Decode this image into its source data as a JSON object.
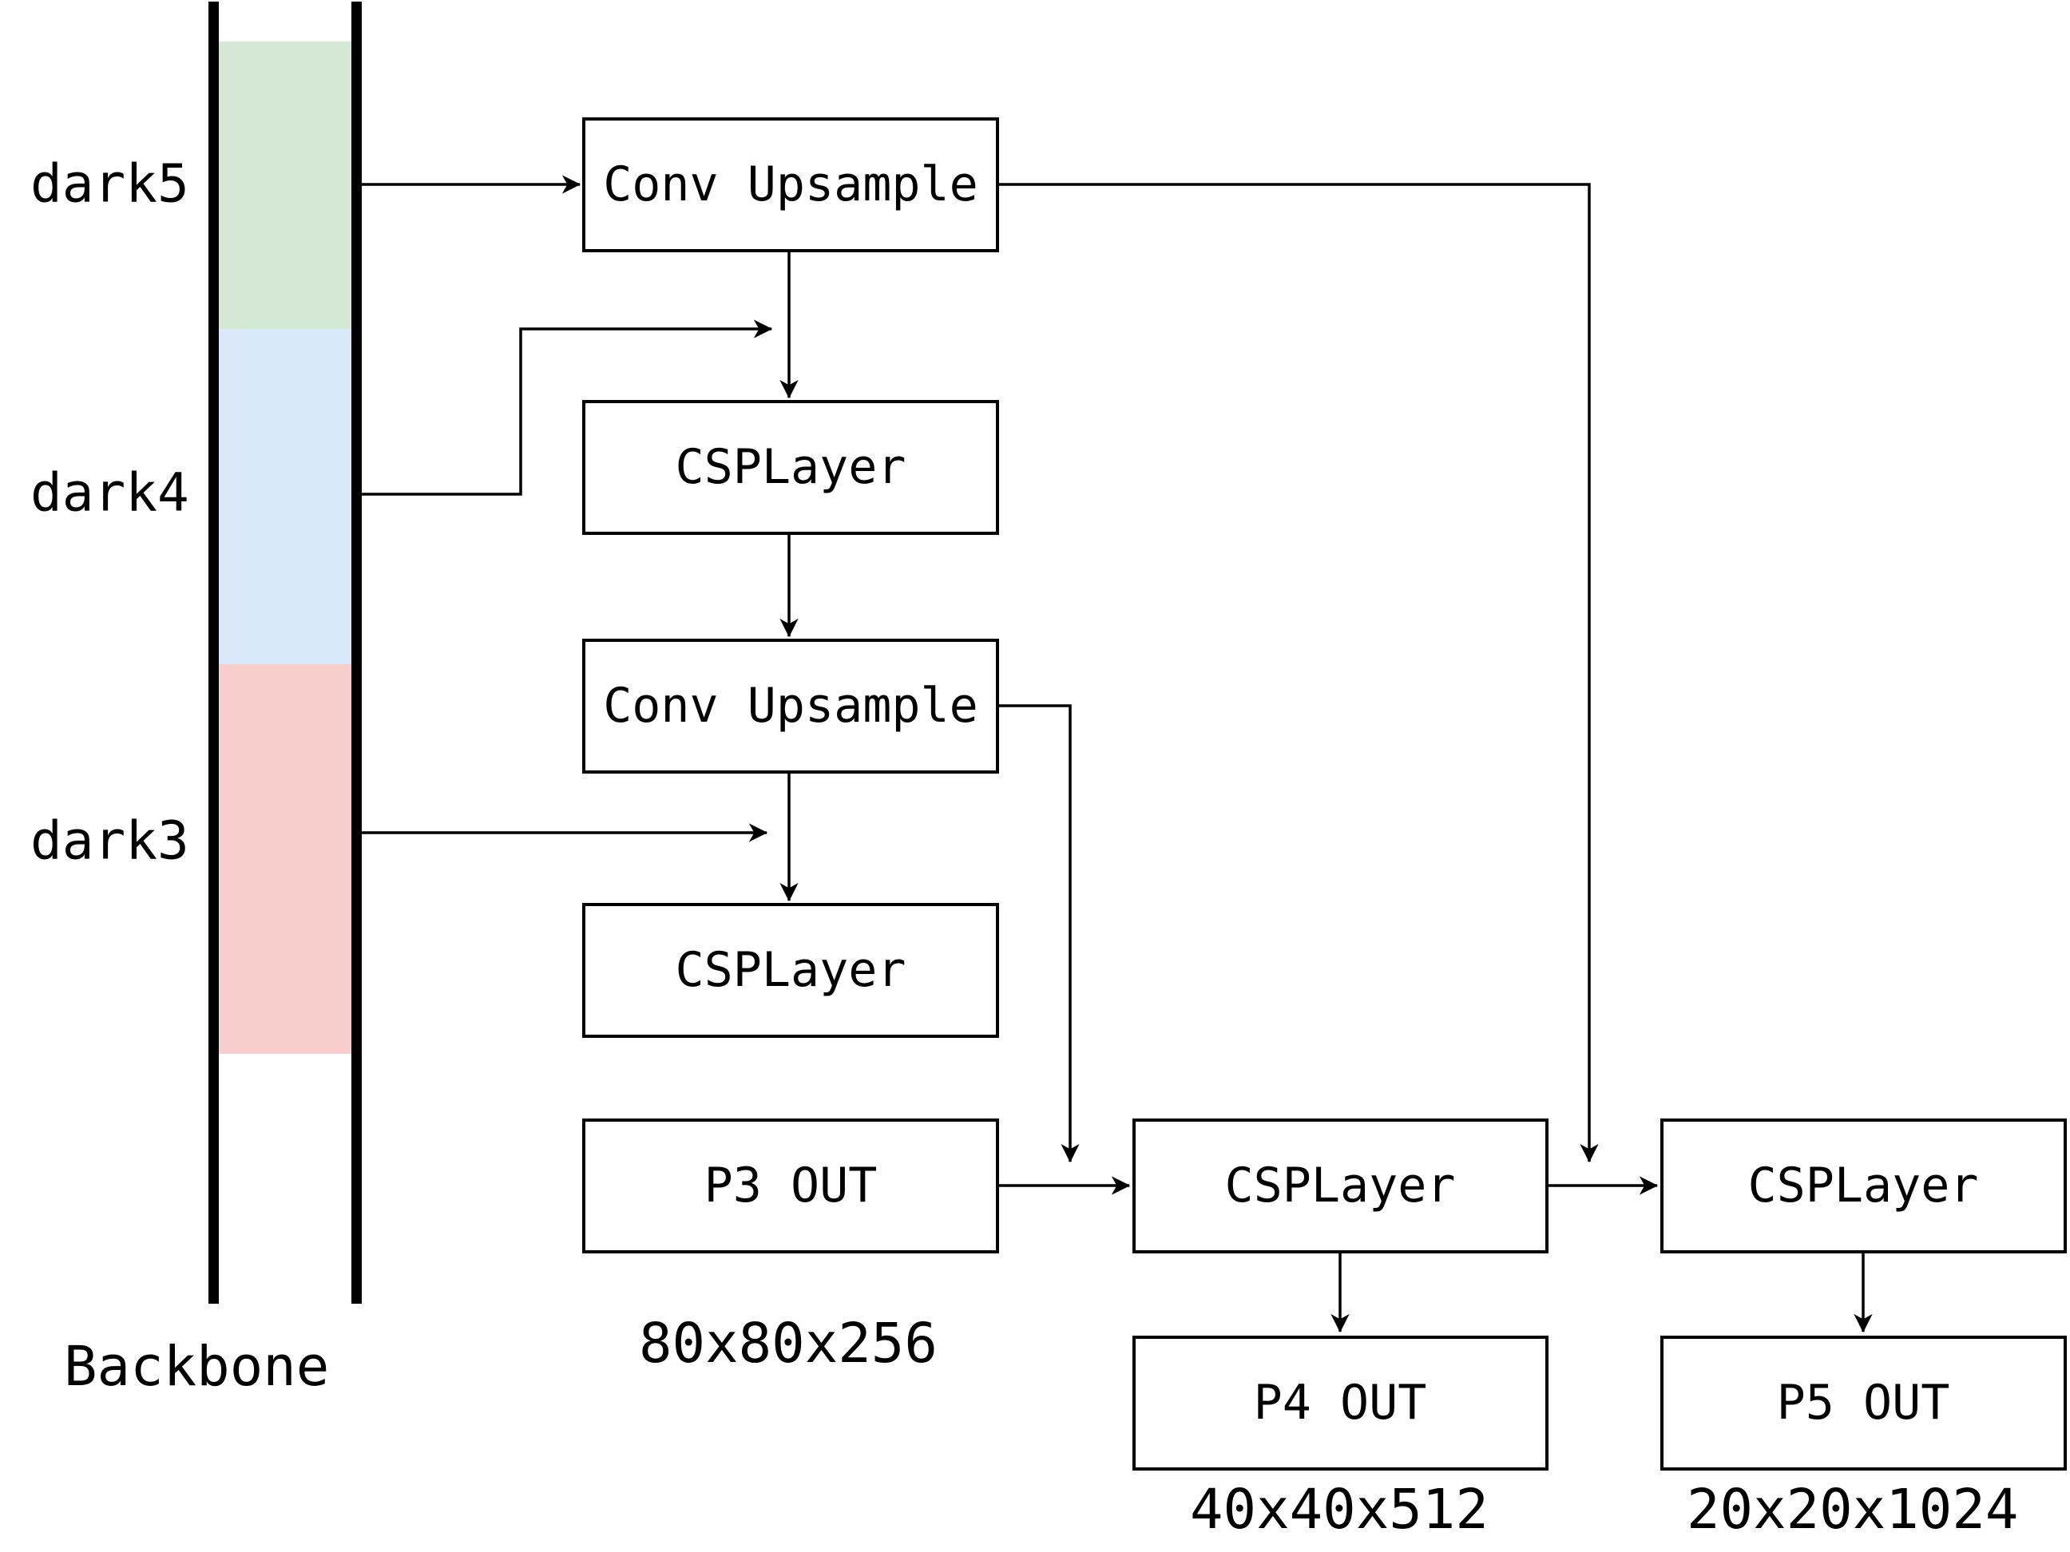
{
  "backbone": {
    "label": "Backbone",
    "stages": [
      {
        "label": "dark5",
        "color": "#d5e8d4"
      },
      {
        "label": "dark4",
        "color": "#dae8fc"
      },
      {
        "label": "dark3",
        "color": "#f8cecc"
      }
    ]
  },
  "nodes": [
    {
      "label": "Conv Upsample"
    },
    {
      "label": "CSPLayer"
    },
    {
      "label": "Conv Upsample"
    },
    {
      "label": "CSPLayer"
    },
    {
      "label": "P3 OUT",
      "dimension": "80x80x256"
    },
    {
      "label": "CSPLayer"
    },
    {
      "label": "P4 OUT",
      "dimension": "40x40x512"
    },
    {
      "label": "CSPLayer"
    },
    {
      "label": "P5 OUT",
      "dimension": "20x20x1024"
    }
  ],
  "colors": {
    "stroke": "#000000",
    "box_fill": "#ffffff",
    "background": "#ffffff"
  }
}
